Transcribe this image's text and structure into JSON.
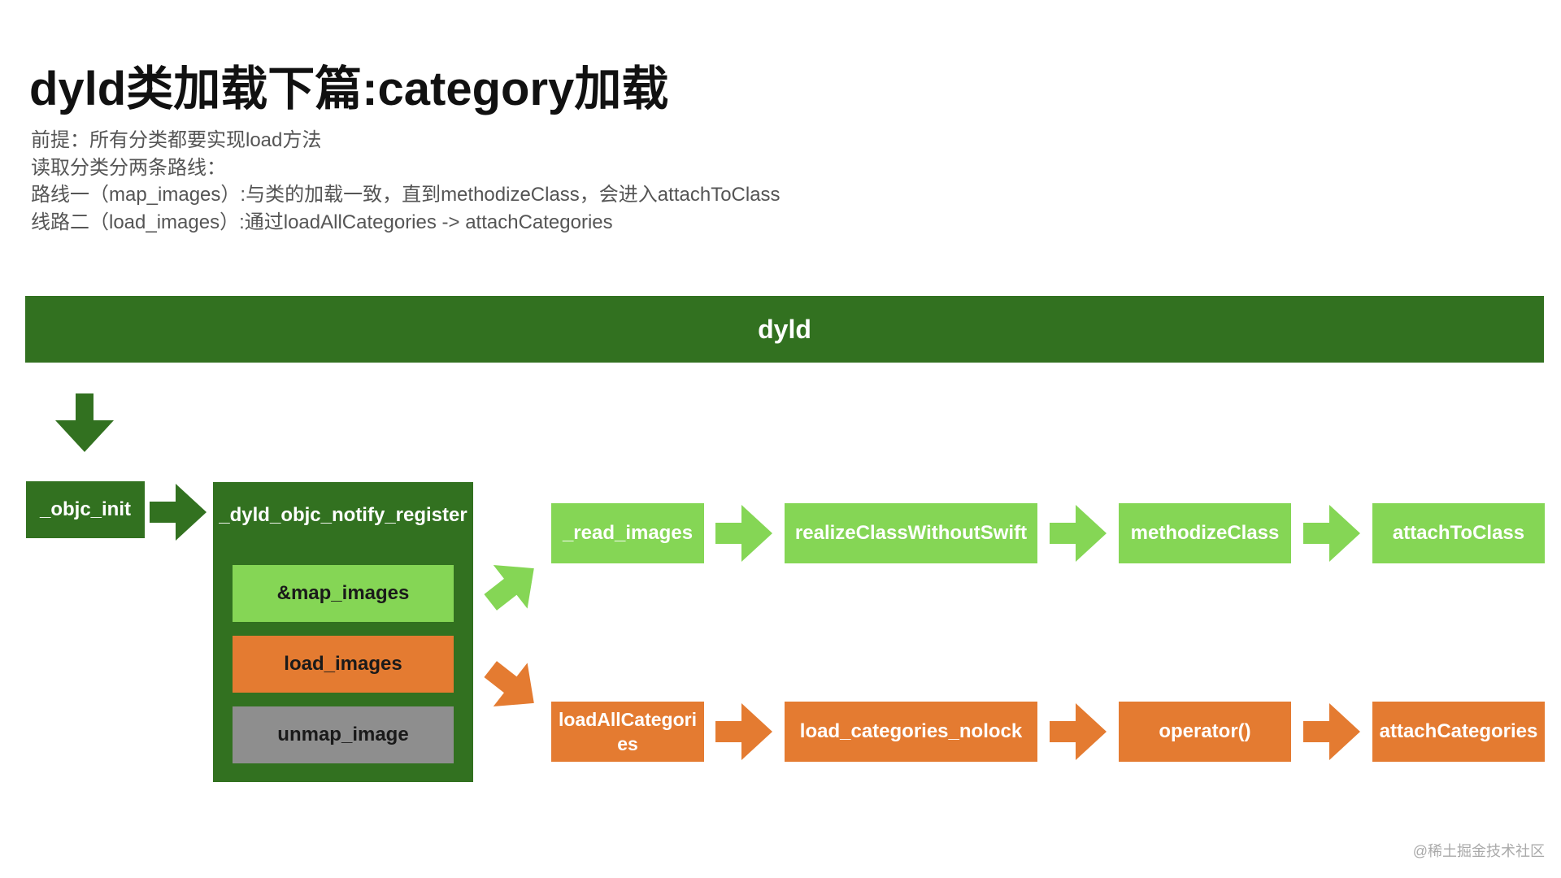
{
  "header": {
    "title": "dyld类加载下篇:category加载",
    "lines": [
      "前提：所有分类都要实现load方法",
      "读取分类分两条路线：",
      "路线一（map_images）:与类的加载一致，直到methodizeClass，会进入attachToClass",
      "线路二（load_images）:通过loadAllCategories -> attachCategories"
    ]
  },
  "diagram": {
    "banner": "dyld",
    "objc_init": "_objc_init",
    "notify_register": "_dyld_objc_notify_register",
    "callbacks": {
      "map_images": "&map_images",
      "load_images": "load_images",
      "unmap_image": "unmap_image"
    },
    "route1": [
      "_read_images",
      "realizeClassWithoutSwift",
      "methodizeClass",
      "attachToClass"
    ],
    "route2": [
      "loadAllCategori\nes",
      "load_categories_nolock",
      "operator()",
      "attachCategories"
    ]
  },
  "colors": {
    "dark_green": "#327120",
    "light_green": "#85d655",
    "orange": "#e47b31",
    "gray": "#8e8e8e"
  },
  "icons": [
    "arrow-down-icon",
    "arrow-right-icon",
    "arrow-diagonal-up-icon",
    "arrow-diagonal-down-icon"
  ],
  "watermark": "@稀土掘金技术社区"
}
